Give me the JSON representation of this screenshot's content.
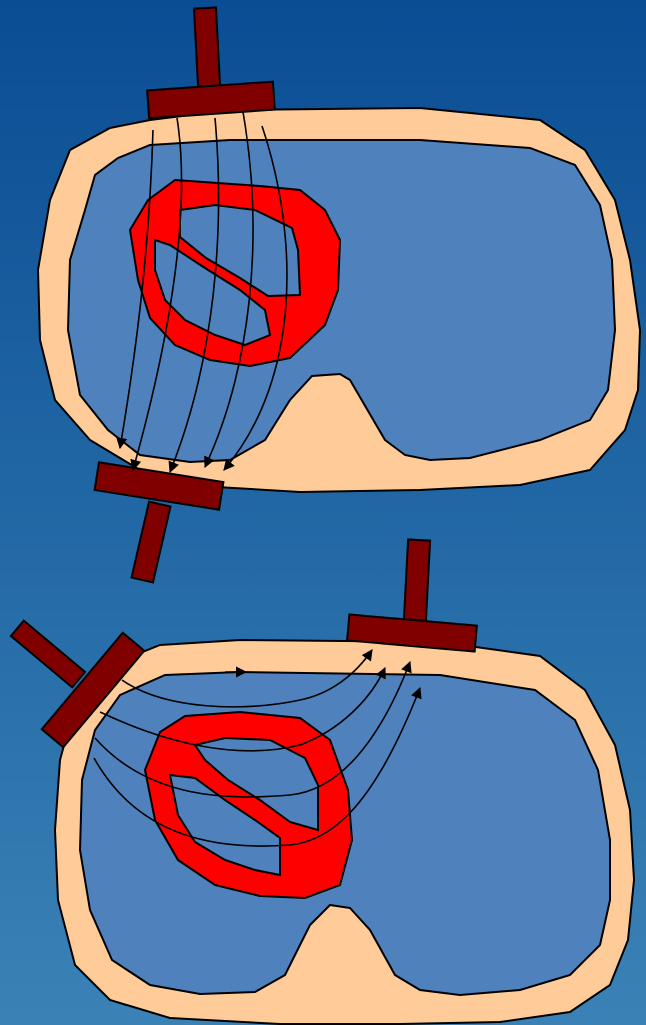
{
  "slide": {
    "background_top": "#0a4d94",
    "background_bottom": "#3a82b6"
  },
  "colors": {
    "body_outline_fill": "#ffcc99",
    "lung_fill": "#4f81bd",
    "heart_fill": "#ff0000",
    "probe_fill": "#800000",
    "stroke": "#000000"
  },
  "panels": [
    {
      "id": "anterior-posterior",
      "probe_count": 2,
      "beam_count": 5
    },
    {
      "id": "lateral",
      "probe_count": 2,
      "beam_count": 5
    }
  ]
}
